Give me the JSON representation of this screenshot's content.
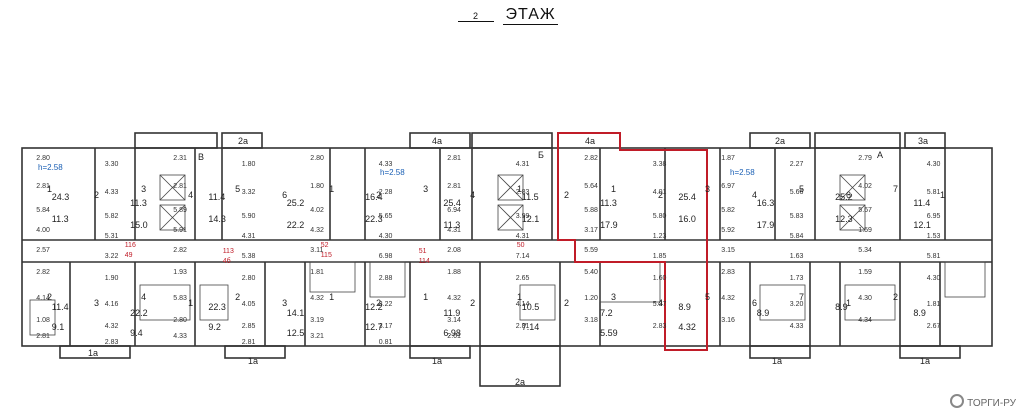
{
  "header": {
    "floor_number": "2",
    "floor_word": "ЭТАЖ"
  },
  "watermark": {
    "text": "ТОРГИ-РУ",
    "logo_icon": "torgi-logo-icon"
  },
  "colors": {
    "wall": "#333333",
    "highlight": "#c01c28",
    "height_label": "#1a5fb4",
    "background": "#ffffff"
  },
  "height_labels": [
    "h=2.58",
    "h=2.58",
    "h=2.58"
  ],
  "section_letters": [
    "В",
    "Б",
    "А"
  ],
  "balcony_labels": [
    "2а",
    "4а",
    "4а",
    "2а",
    "3а",
    "1а",
    "1а",
    "1а",
    "2а",
    "1а",
    "1а"
  ],
  "room_numbers": [
    "1",
    "2",
    "3",
    "4",
    "5",
    "6",
    "1",
    "2",
    "3",
    "4",
    "1",
    "2",
    "1",
    "2",
    "3",
    "4",
    "5",
    "6",
    "7",
    "1",
    "2",
    "3",
    "4",
    "1",
    "2",
    "3",
    "1",
    "2",
    "1",
    "2",
    "1",
    "2",
    "3",
    "4",
    "5",
    "6",
    "7",
    "1",
    "2"
  ],
  "areas": [
    "24.3",
    "11.3",
    "11.4",
    "25.2",
    "16.4",
    "25.4",
    "11.5",
    "11.3",
    "25.4",
    "16.3",
    "25.2",
    "11.4",
    "11.3",
    "15.0",
    "14.3",
    "22.2",
    "22.3",
    "11.3",
    "12.1",
    "17.9",
    "16.0",
    "17.9",
    "12.3",
    "12.1",
    "11.4",
    "22.2",
    "22.3",
    "14.1",
    "12.2",
    "11.9",
    "10.5",
    "7.2",
    "8.9",
    "8.9",
    "8.9",
    "8.9",
    "9.1",
    "9.4",
    "9.2",
    "12.5",
    "12.7",
    "6.98",
    "7.14",
    "5.59",
    "4.32"
  ],
  "dimensions": [
    "2.80",
    "3.30",
    "2.31",
    "1.80",
    "2.80",
    "4.33",
    "2.81",
    "4.31",
    "2.82",
    "3.38",
    "1.87",
    "2.27",
    "2.79",
    "4.30",
    "2.81",
    "4.33",
    "2.81",
    "3.32",
    "1.80",
    "2.28",
    "2.81",
    "2.83",
    "5.64",
    "4.01",
    "6.97",
    "5.66",
    "4.02",
    "5.81",
    "5.84",
    "5.82",
    "5.89",
    "5.90",
    "4.02",
    "5.65",
    "6.94",
    "3.99",
    "5.88",
    "5.80",
    "5.82",
    "5.83",
    "5.67",
    "6.95",
    "4.00",
    "5.31",
    "5.91",
    "4.31",
    "4.32",
    "4.30",
    "4.31",
    "4.31",
    "3.17",
    "1.23",
    "5.92",
    "5.84",
    "1.59",
    "1.53",
    "2.57",
    "3.22",
    "2.82",
    "5.38",
    "3.11",
    "6.98",
    "2.08",
    "7.14",
    "5.59",
    "1.85",
    "3.15",
    "1.63",
    "5.34",
    "5.81",
    "2.82",
    "1.90",
    "1.93",
    "2.80",
    "1.81",
    "2.88",
    "1.88",
    "2.65",
    "5.40",
    "1.60",
    "2.83",
    "1.73",
    "1.59",
    "4.30",
    "4.14",
    "4.16",
    "5.83",
    "4.05",
    "4.32",
    "3.22",
    "4.32",
    "4.14",
    "1.20",
    "5.37",
    "4.32",
    "3.20",
    "4.30",
    "1.81",
    "1.08",
    "4.32",
    "2.80",
    "2.85",
    "3.19",
    "3.17",
    "3.14",
    "2.81",
    "3.18",
    "2.83",
    "3.16",
    "4.33",
    "4.34",
    "2.67",
    "2.81",
    "2.83",
    "4.33",
    "2.81",
    "3.21",
    "0.81",
    "2.61"
  ],
  "red_marks": [
    "116",
    "113",
    "52",
    "51",
    "50",
    "49",
    "4б",
    "115",
    "114"
  ]
}
